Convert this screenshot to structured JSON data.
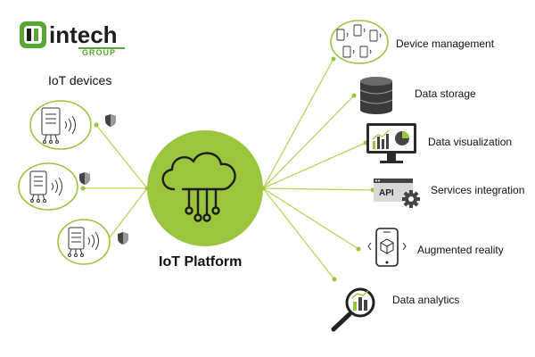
{
  "logo": {
    "name": "intech",
    "sub": "GROUP"
  },
  "devices": {
    "title": "IoT devices"
  },
  "center": {
    "title": "IoT Platform"
  },
  "outputs": [
    {
      "label": "Device management",
      "icon": "device-cluster-icon"
    },
    {
      "label": "Data storage",
      "icon": "database-icon"
    },
    {
      "label": "Data visualization",
      "icon": "monitor-chart-icon"
    },
    {
      "label": "Services integration",
      "icon": "api-gear-icon"
    },
    {
      "label": "Augmented reality",
      "icon": "phone-cube-icon"
    },
    {
      "label": "Data analytics",
      "icon": "magnifier-chart-icon"
    }
  ],
  "colors": {
    "accent": "#9bc53d",
    "line": "#b5d65a",
    "logo_green": "#5aa635",
    "dark": "#1d1d1b"
  }
}
